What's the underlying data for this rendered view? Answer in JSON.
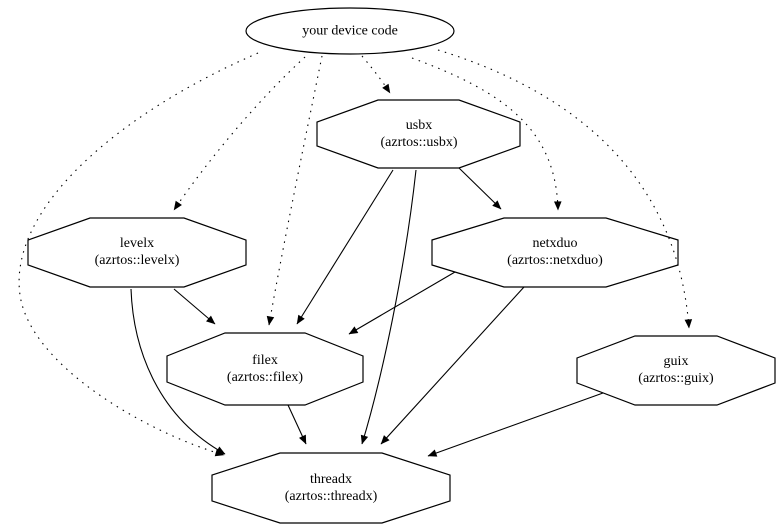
{
  "diagram": {
    "type": "dependency-graph",
    "background_color": "#ffffff",
    "stroke_color": "#000000",
    "nodes": {
      "device": {
        "label": "your device code",
        "shape": "ellipse"
      },
      "usbx": {
        "label": "usbx",
        "sublabel": "(azrtos::usbx)",
        "shape": "octagon"
      },
      "levelx": {
        "label": "levelx",
        "sublabel": "(azrtos::levelx)",
        "shape": "octagon"
      },
      "netxduo": {
        "label": "netxduo",
        "sublabel": "(azrtos::netxduo)",
        "shape": "octagon"
      },
      "filex": {
        "label": "filex",
        "sublabel": "(azrtos::filex)",
        "shape": "octagon"
      },
      "guix": {
        "label": "guix",
        "sublabel": "(azrtos::guix)",
        "shape": "octagon"
      },
      "threadx": {
        "label": "threadx",
        "sublabel": "(azrtos::threadx)",
        "shape": "octagon"
      }
    },
    "edges": [
      {
        "from": "your device code",
        "to": "usbx",
        "style": "dotted"
      },
      {
        "from": "your device code",
        "to": "levelx",
        "style": "dotted"
      },
      {
        "from": "your device code",
        "to": "netxduo",
        "style": "dotted"
      },
      {
        "from": "your device code",
        "to": "filex",
        "style": "dotted"
      },
      {
        "from": "your device code",
        "to": "guix",
        "style": "dotted"
      },
      {
        "from": "your device code",
        "to": "threadx",
        "style": "dotted"
      },
      {
        "from": "usbx",
        "to": "netxduo",
        "style": "solid"
      },
      {
        "from": "usbx",
        "to": "filex",
        "style": "solid"
      },
      {
        "from": "usbx",
        "to": "threadx",
        "style": "solid"
      },
      {
        "from": "levelx",
        "to": "filex",
        "style": "solid"
      },
      {
        "from": "levelx",
        "to": "threadx",
        "style": "solid"
      },
      {
        "from": "netxduo",
        "to": "filex",
        "style": "solid"
      },
      {
        "from": "netxduo",
        "to": "threadx",
        "style": "solid"
      },
      {
        "from": "filex",
        "to": "threadx",
        "style": "solid"
      },
      {
        "from": "guix",
        "to": "threadx",
        "style": "solid"
      }
    ]
  }
}
